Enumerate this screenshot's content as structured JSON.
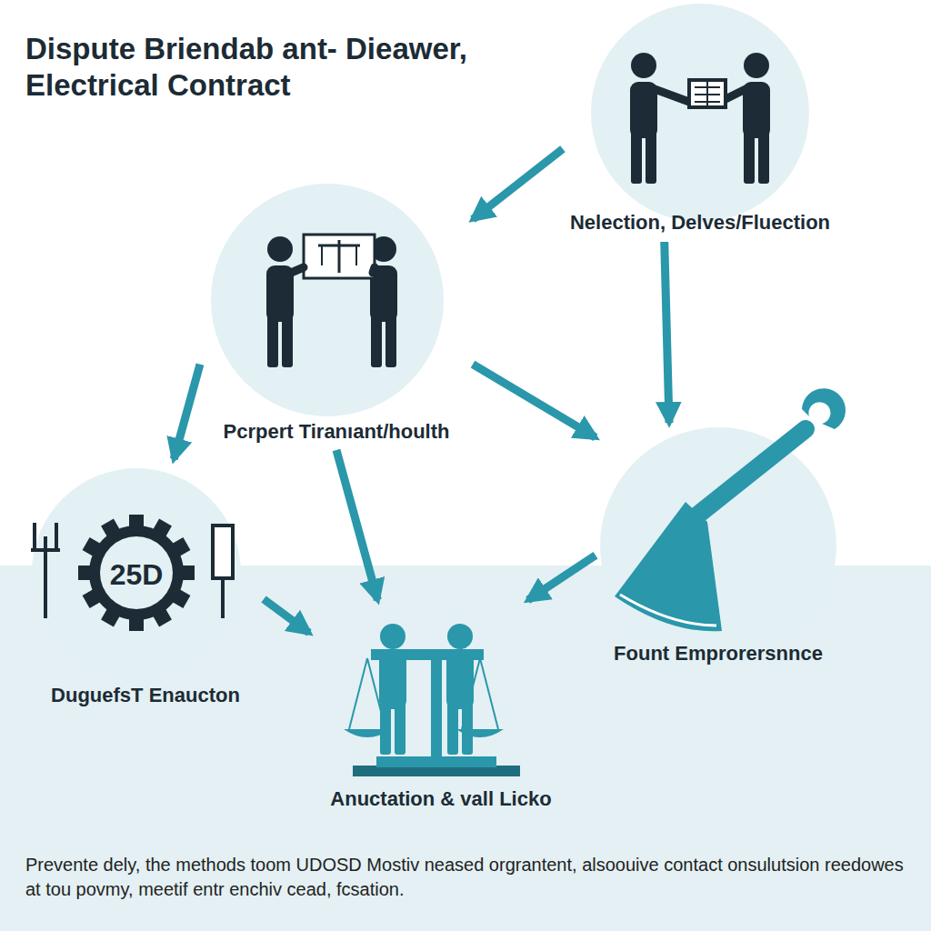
{
  "diagram": {
    "title": "Dispute Briendab ant- Dieawer, Electrical Contract",
    "caption": "Prevente dely, the methods toom UDOSD Mostiv neased orgrantent, alsoouive contact onsulutsion reedowes at tou povmy, meetif entr enchiv cead, fcsation.",
    "nodes": [
      {
        "text": [
          "Nelection, Delves/Fluection"
        ]
      },
      {
        "text": [
          "Pcrpert Tiranıant/houlth"
        ]
      },
      {
        "text": [
          "DuguefsT Enaucton"
        ]
      },
      {
        "text": [
          "Fount Emprorersnnce"
        ]
      },
      {
        "text": [
          "Anuctation & vall Licko"
        ]
      }
    ],
    "edges": [
      {
        "from": 0,
        "to": 1,
        "arrow": "to"
      },
      {
        "from": 0,
        "to": 3,
        "arrow": "to"
      },
      {
        "from": 1,
        "to": 2,
        "arrow": "to"
      },
      {
        "from": 1,
        "to": 3,
        "arrow": "to"
      },
      {
        "from": 1,
        "to": 4,
        "arrow": "to"
      },
      {
        "from": 3,
        "to": 4,
        "arrow": "to"
      },
      {
        "from": 2,
        "to": 4,
        "arrow": "to"
      }
    ],
    "labels": [
      "25D"
    ]
  }
}
